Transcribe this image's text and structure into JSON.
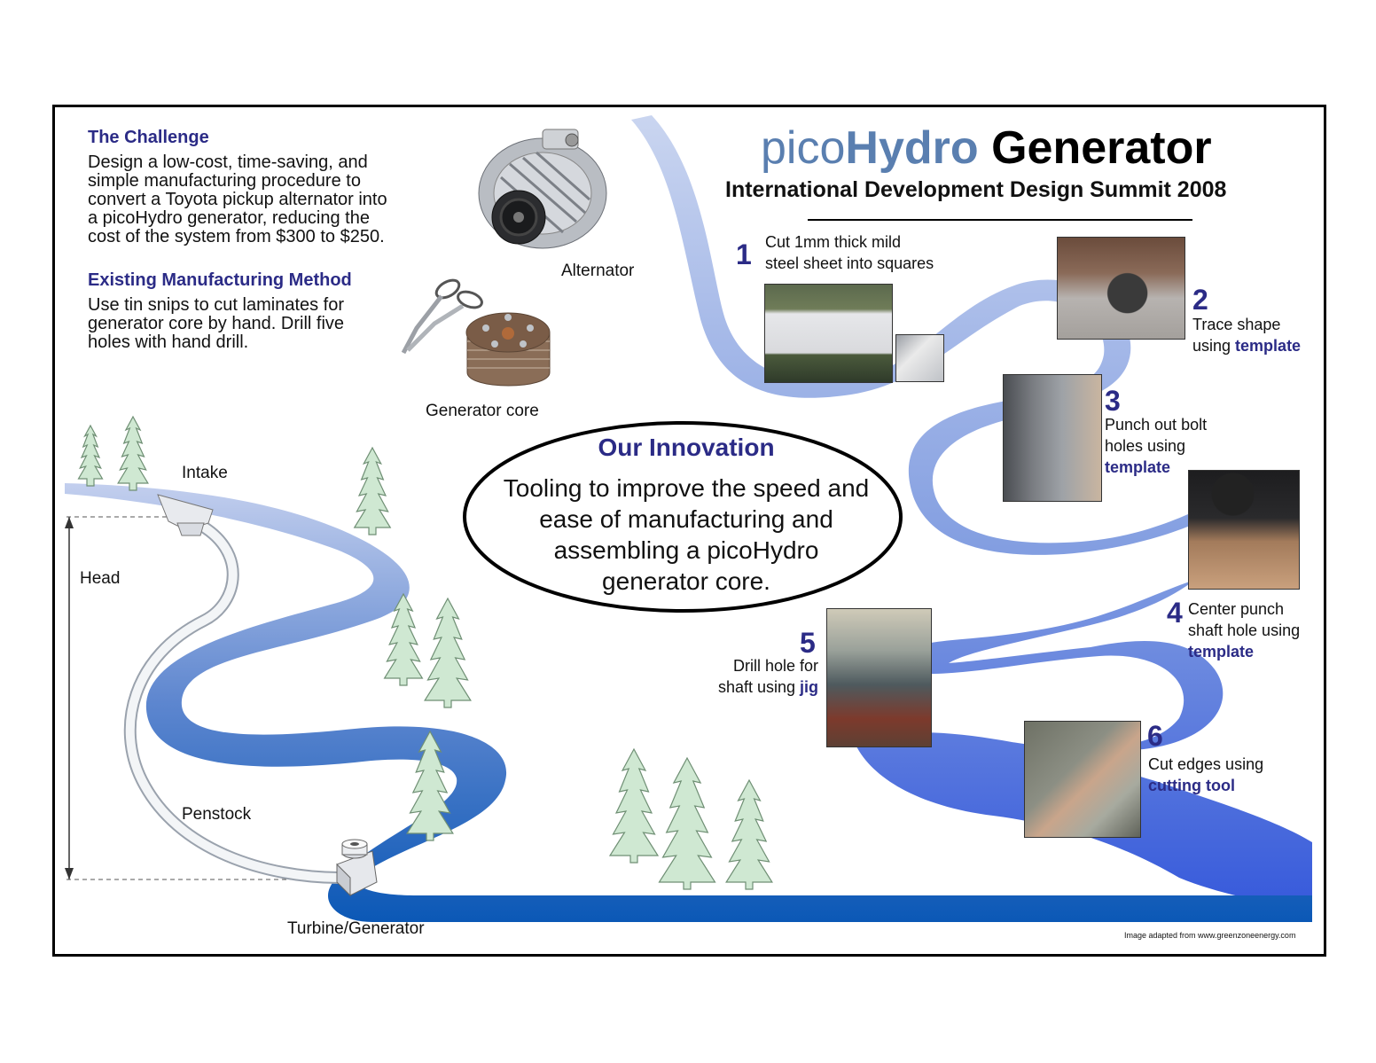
{
  "title": {
    "prefix": "pico",
    "hydro": "Hydro",
    "rest": " Generator"
  },
  "subtitle": "International Development Design Summit 2008",
  "challenge": {
    "heading": "The Challenge",
    "lines": [
      "Design a low-cost, time-saving, and",
      "simple manufacturing procedure to",
      "convert a Toyota pickup alternator into",
      "a picoHydro generator, reducing the",
      "cost of the system from $300 to $250."
    ]
  },
  "existing": {
    "heading": "Existing Manufacturing Method",
    "lines": [
      "Use tin snips to cut laminates for",
      "generator core by hand. Drill five",
      "holes with hand drill."
    ]
  },
  "image_labels": {
    "alternator": "Alternator",
    "generator_core": "Generator core"
  },
  "innovation": {
    "heading": "Our Innovation",
    "lines": [
      "Tooling to improve the speed and",
      "ease of manufacturing and",
      "assembling a picoHydro",
      "generator core."
    ]
  },
  "scene_labels": {
    "intake": "Intake",
    "head": "Head",
    "penstock": "Penstock",
    "turbine": "Turbine/Generator"
  },
  "steps": [
    {
      "num": "1",
      "lines": [
        "Cut 1mm thick mild",
        "steel sheet into squares"
      ],
      "keyword": ""
    },
    {
      "num": "2",
      "lines": [
        "Trace shape",
        "using "
      ],
      "keyword": "template"
    },
    {
      "num": "3",
      "lines": [
        "Punch out bolt",
        "holes using"
      ],
      "keyword": "template"
    },
    {
      "num": "4",
      "lines": [
        "Center punch",
        "shaft hole using"
      ],
      "keyword": "template"
    },
    {
      "num": "5",
      "lines": [
        "Drill hole for",
        "shaft using "
      ],
      "keyword": "jig"
    },
    {
      "num": "6",
      "lines": [
        "Cut edges using"
      ],
      "keyword": "cutting tool"
    }
  ],
  "credit": "Image adapted from www.greenzoneenergy.com",
  "colors": {
    "accent": "#2b2b86",
    "title_pico": "#5a7fb0",
    "river_light": "#b7c6e8",
    "river_dark": "#1e55b8",
    "tree_fill": "#cfe8d2"
  }
}
